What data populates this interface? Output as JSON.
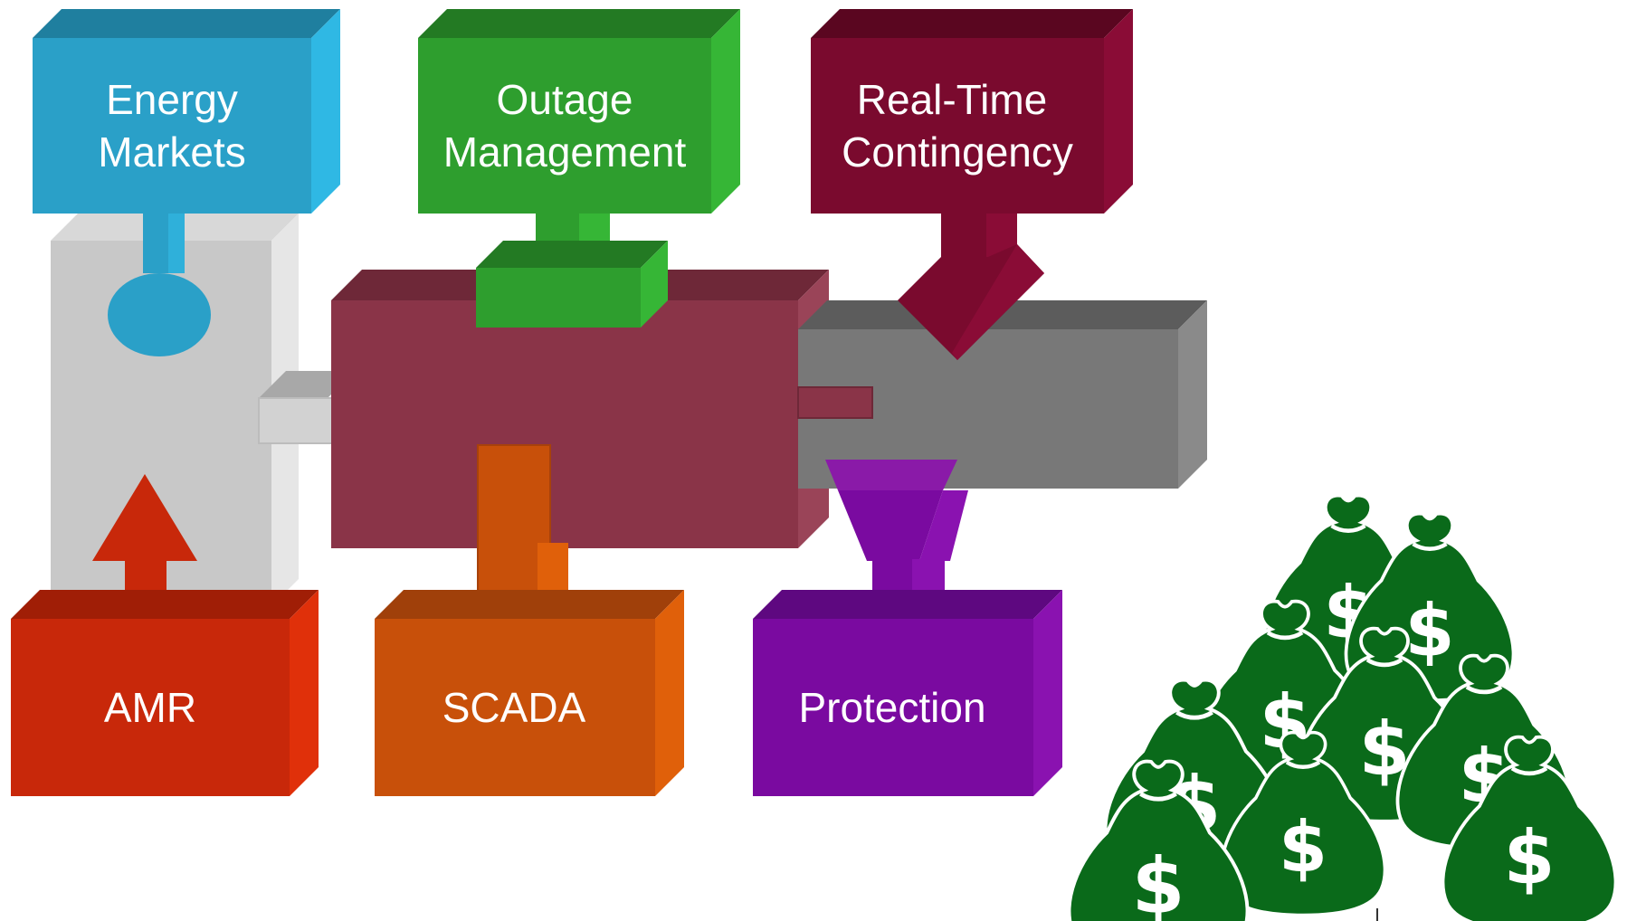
{
  "boxes": {
    "energy_markets": {
      "line1": "Energy",
      "line2": "Markets",
      "color": "#2aa0c8"
    },
    "outage_management": {
      "line1": "Outage",
      "line2": "Management",
      "color": "#2e9e2e"
    },
    "real_time_contingency": {
      "line1": "Real-Time",
      "line2": "Contingency",
      "color": "#7a0a2e"
    },
    "amr": {
      "label": "AMR",
      "color": "#c8280a"
    },
    "scada": {
      "label": "SCADA",
      "color": "#c8500a"
    },
    "protection": {
      "label": "Protection",
      "color": "#7a0aa0"
    }
  },
  "colors": {
    "gray_block": "#c8c8c8",
    "maroon_block": "#8a3448",
    "dark_gray_block": "#787878",
    "money_green": "#0a6a1a"
  },
  "icons": {
    "money": "money-bags-icon"
  }
}
